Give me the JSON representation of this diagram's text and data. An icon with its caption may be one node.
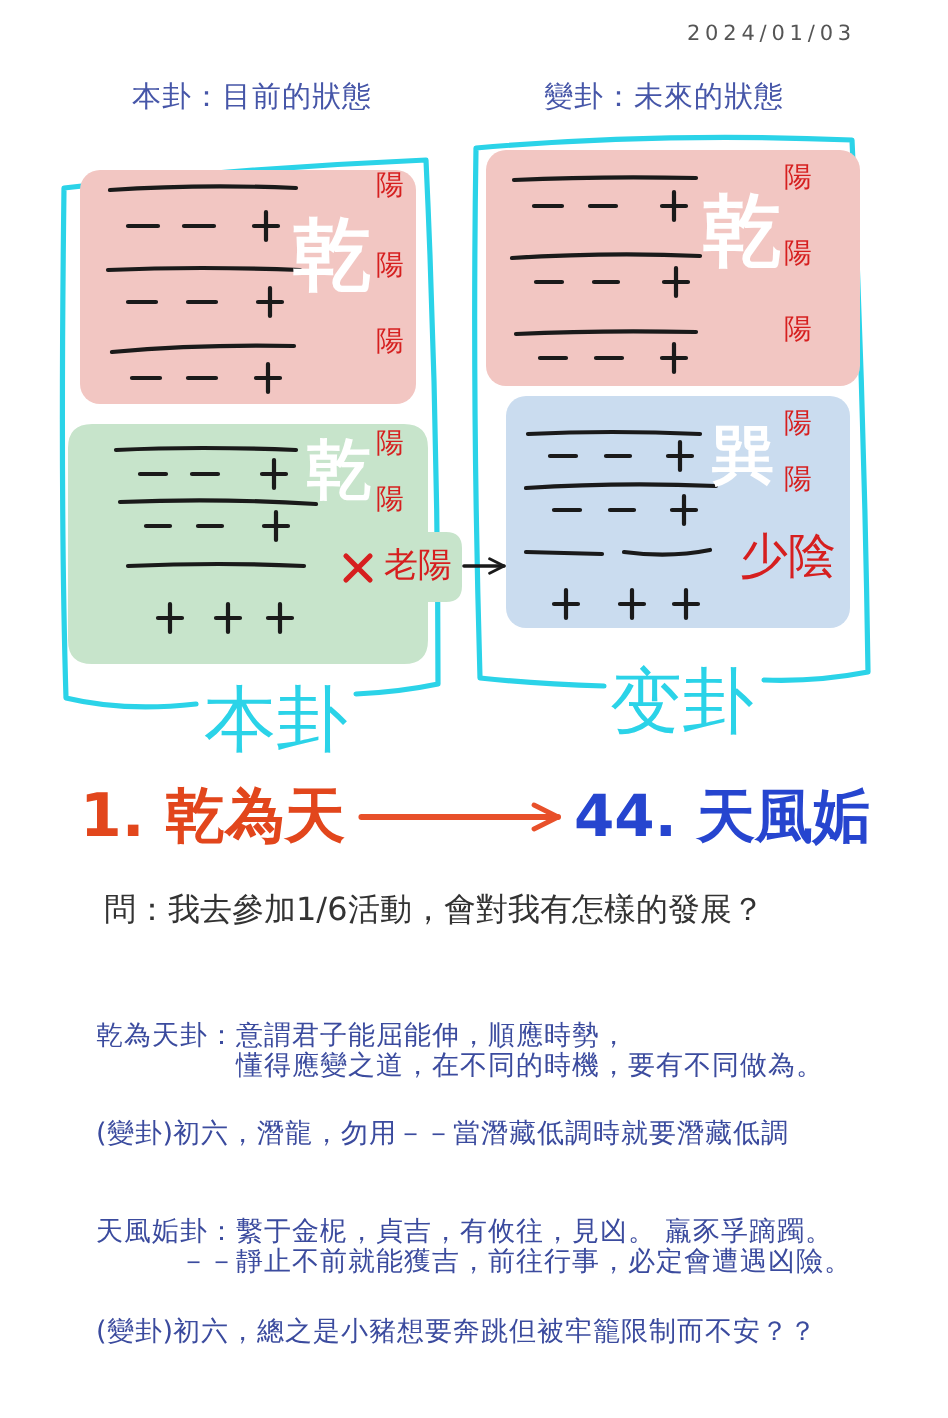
{
  "diagram": {
    "nodes": [
      {
        "text": [
          "本卦"
        ]
      },
      {
        "text": [
          "乾",
          "陽",
          "陽",
          "陽"
        ],
        "in": 0
      },
      {
        "text": [
          "乾",
          "陽",
          "陽",
          "老陽"
        ],
        "in": 0
      },
      {
        "text": [
          "变卦"
        ]
      },
      {
        "text": [
          "乾",
          "陽",
          "陽",
          "陽"
        ],
        "in": 3
      },
      {
        "text": [
          "巽",
          "陽",
          "陽",
          "少陰"
        ],
        "in": 3
      },
      {
        "text": [
          "1. 乾為天"
        ]
      },
      {
        "text": [
          "44. 天風姤"
        ]
      }
    ],
    "edges": [
      {
        "from": 2,
        "to": 5,
        "arrow": "to"
      },
      {
        "from": 6,
        "to": 7,
        "arrow": "to",
        "color": "#e8502a"
      }
    ],
    "labels": [
      "2024/01/03",
      "本卦：目前的狀態",
      "變卦：未來的狀態",
      "問：我去參加1/6活動，會對我有怎樣的發展？",
      "乾為天卦：意謂君子能屈能伸，順應時勢，懂得應變之道，在不同的時機，要有不同做為。",
      "(變卦)初六，潛龍，勿用－－當潛藏低調時就要潛藏低調",
      "天風姤卦：繫于金柅，貞吉，有攸往，見凶。 羸豕孚蹢躅。－－靜止不前就能獲吉，前往行事，必定會遭遇凶險。",
      "(變卦)初六，總之是小豬想要奔跳但被牢籠限制而不安？？"
    ]
  }
}
